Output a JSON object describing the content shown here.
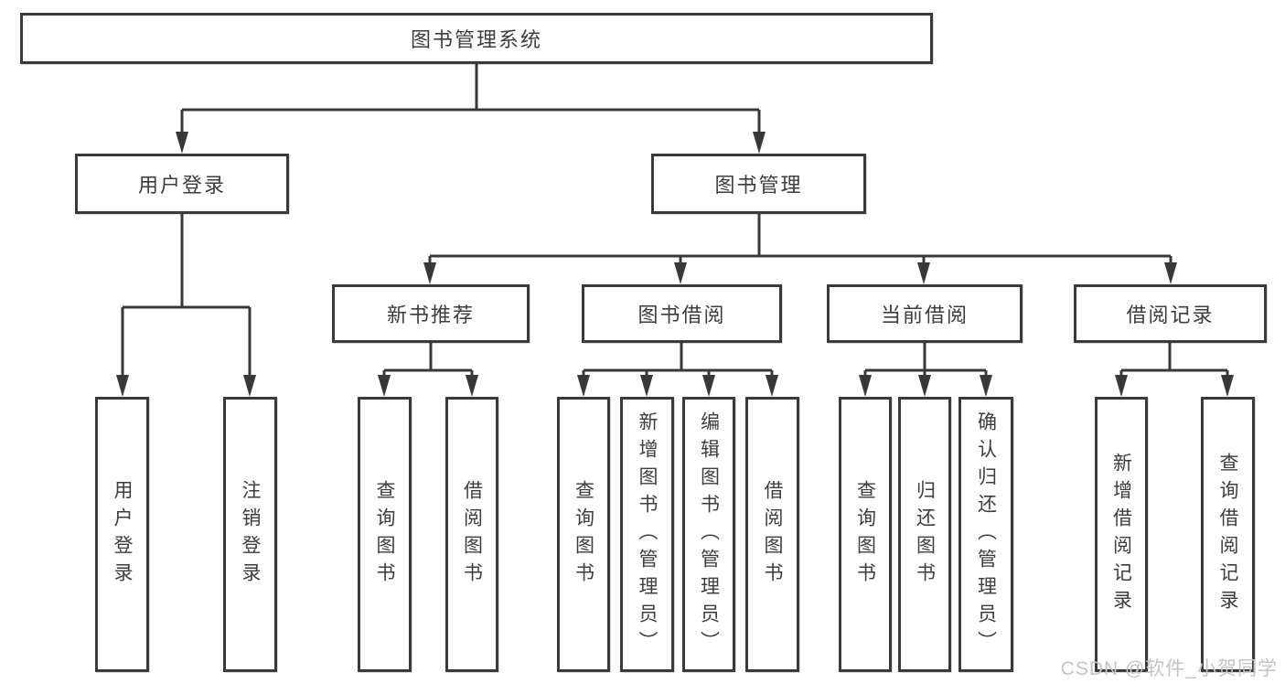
{
  "tree": {
    "root": {
      "label": "图书管理系统"
    },
    "branches": [
      {
        "label": "用户登录",
        "children": [
          "用户登录",
          "注销登录"
        ]
      },
      {
        "label": "图书管理",
        "groups": [
          {
            "label": "新书推荐",
            "children": [
              "查询图书",
              "借阅图书"
            ]
          },
          {
            "label": "图书借阅",
            "children": [
              "查询图书",
              "新增图书（管理员）",
              "编辑图书（管理员）",
              "借阅图书"
            ]
          },
          {
            "label": "当前借阅",
            "children": [
              "查询图书",
              "归还图书",
              "确认归还（管理员）"
            ]
          },
          {
            "label": "借阅记录",
            "children": [
              "新增借阅记录",
              "查询借阅记录"
            ]
          }
        ]
      }
    ]
  },
  "watermark": "CSDN @软件_小贺同学",
  "colors": {
    "line": "#383838",
    "box_border": "#3a3a3a",
    "text": "#3d3d3d",
    "watermark": "#c4c4c4",
    "background": "#ffffff"
  }
}
